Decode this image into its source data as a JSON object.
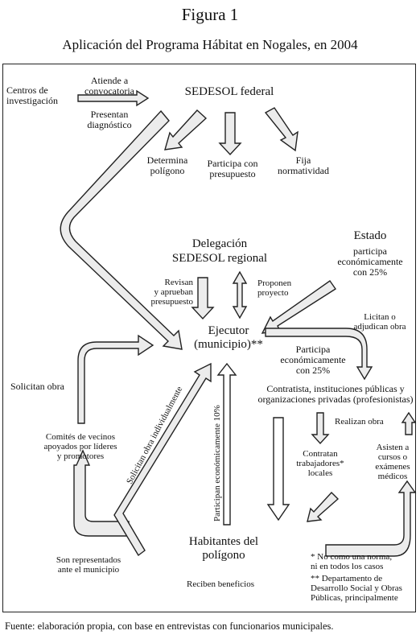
{
  "figure": {
    "title": "Figura 1",
    "subtitle": "Aplicación del Programa Hábitat en Nogales, en 2004",
    "source": "Fuente: elaboración propia, con base en entrevistas con funcionarios municipales."
  },
  "nodes": {
    "centros": "Centros de\ninvestigación",
    "sedesol_federal": "SEDESOL federal",
    "delegacion": "Delegación",
    "delegacion_sub": "SEDESOL regional",
    "estado": "Estado",
    "ejecutor": "Ejecutor\n(municipio)**",
    "contratista": "Contratista, instituciones públicas y\norganizaciones privadas (profesionistas)",
    "comites": "Comités de vecinos\napoyados por líderes\ny promotores",
    "habitantes": "Habitantes del\npolígono"
  },
  "labels": {
    "atiende": "Atiende a\nconvocatoria",
    "presentan": "Presentan\ndiagnóstico",
    "determina": "Determina\npolígono",
    "participa_presupuesto": "Participa con\npresupuesto",
    "fija": "Fija\nnormatividad",
    "estado_participa": "participa\neconómicamente\ncon 25%",
    "revisan": "Revisan\ny aprueban\npresupuesto",
    "proponen": "Proponen\nproyecto",
    "licitan": "Licitan o\nadjudican obra",
    "participa_25": "Participa\neconómicamente\ncon 25%",
    "solicitan_obra": "Solicitan obra",
    "solicitan_individual": "Solicitan obra individualmente",
    "participan_10": "Participan económicamente 10%",
    "realizan": "Realizan obra",
    "contratan": "Contratan\ntrabajadores*\nlocales",
    "asisten": "Asisten a\ncursos o\nexámenes\nmédicos",
    "representados": "Son representados\nante el municipio",
    "reciben": "Reciben beneficios"
  },
  "notes": {
    "note1": "* No como una norma,\nni en todos los casos",
    "note2": "** Departamento de\nDesarrollo Social y Obras\nPúblicas, principalmente"
  }
}
